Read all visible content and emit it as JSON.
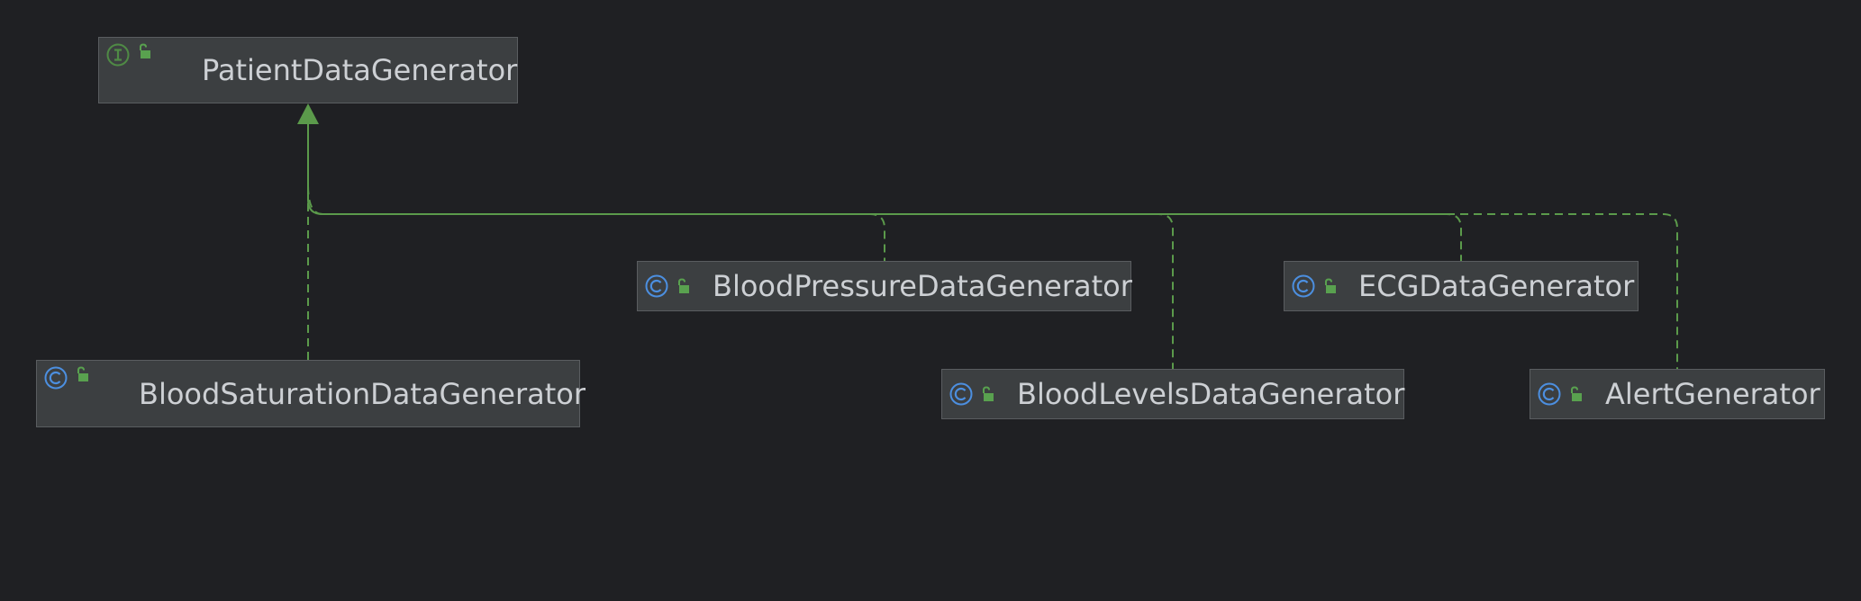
{
  "diagram": {
    "interface": {
      "name": "PatientDataGenerator",
      "icon": "interface-icon"
    },
    "classes": [
      {
        "key": "blood_saturation",
        "name": "BloodSaturationDataGenerator",
        "icon": "class-icon"
      },
      {
        "key": "blood_pressure",
        "name": "BloodPressureDataGenerator",
        "icon": "class-icon"
      },
      {
        "key": "ecg",
        "name": "ECGDataGenerator",
        "icon": "class-icon"
      },
      {
        "key": "blood_levels",
        "name": "BloodLevelsDataGenerator",
        "icon": "class-icon"
      },
      {
        "key": "alert",
        "name": "AlertGenerator",
        "icon": "class-icon"
      }
    ],
    "relationships": [
      {
        "from": "BloodSaturationDataGenerator",
        "to": "PatientDataGenerator",
        "type": "implements"
      },
      {
        "from": "BloodPressureDataGenerator",
        "to": "PatientDataGenerator",
        "type": "implements"
      },
      {
        "from": "BloodLevelsDataGenerator",
        "to": "PatientDataGenerator",
        "type": "implements"
      },
      {
        "from": "ECGDataGenerator",
        "to": "PatientDataGenerator",
        "type": "implements"
      },
      {
        "from": "AlertGenerator",
        "to": "PatientDataGenerator",
        "type": "implements"
      }
    ]
  },
  "colors": {
    "background": "#1f2023",
    "node_fill": "#3c3f41",
    "node_border": "#5a5d60",
    "text": "#cdd0d4",
    "connector": "#5b9a4b",
    "interface_icon": "#4f8a45",
    "class_icon": "#4c8fe0",
    "visibility_icon": "#59a14f"
  }
}
